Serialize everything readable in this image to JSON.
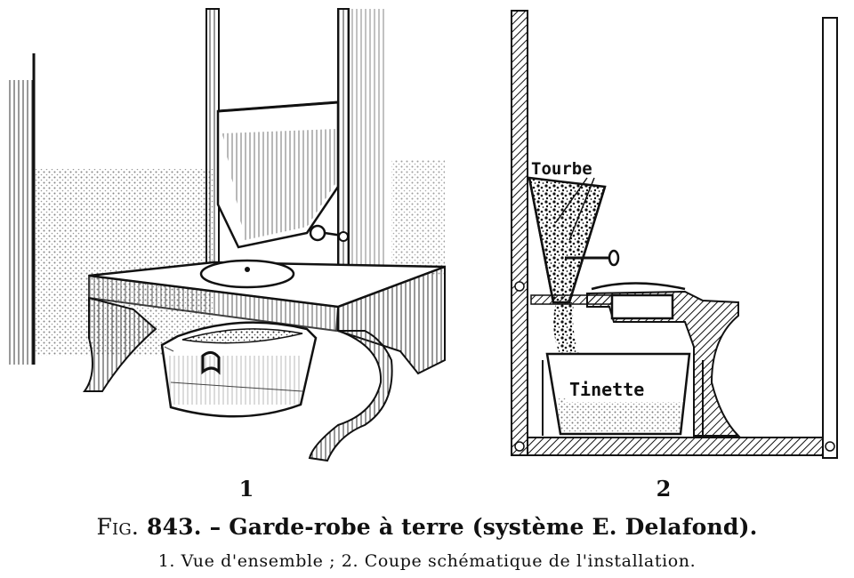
{
  "panel1": {
    "number": "1"
  },
  "panel2": {
    "number": "2",
    "label_top": "Tourbe",
    "label_bottom": "Tinette"
  },
  "caption": {
    "fig_prefix": "Fig.",
    "fig_number": "843.",
    "dash": "–",
    "title": "Garde-robe à terre (système E. Delafond).",
    "subtitle": "1. Vue d'ensemble ; 2. Coupe schématique de l'installation."
  }
}
